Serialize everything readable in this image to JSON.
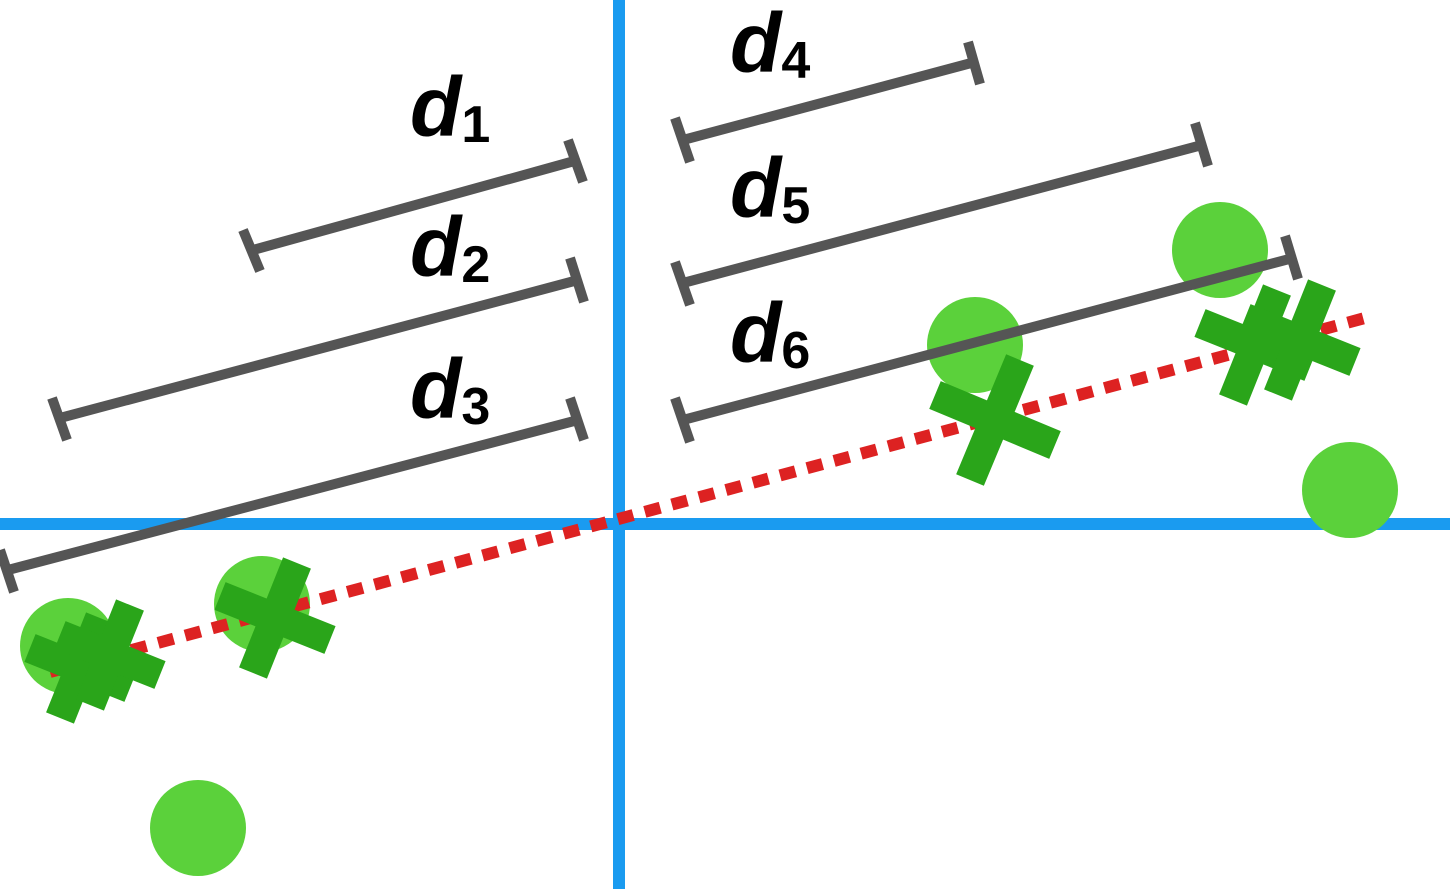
{
  "colors": {
    "axis": "#1a9bf0",
    "measure": "#555555",
    "data_point": "#5bd13b",
    "projection": "#2aa51a",
    "fit_line": "#dd2222"
  },
  "distance_labels": [
    {
      "letter": "d",
      "sub": "1"
    },
    {
      "letter": "d",
      "sub": "2"
    },
    {
      "letter": "d",
      "sub": "3"
    },
    {
      "letter": "d",
      "sub": "4"
    },
    {
      "letter": "d",
      "sub": "5"
    },
    {
      "letter": "d",
      "sub": "6"
    }
  ],
  "icons": {
    "data_point": "circle",
    "projection": "cross-icon"
  }
}
